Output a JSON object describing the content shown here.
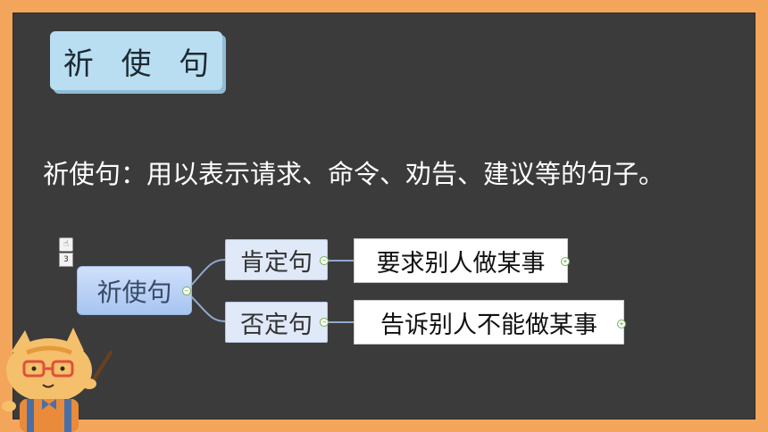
{
  "slide": {
    "title": "祈 使 句",
    "definition": "祈使句：用以表示请求、命令、劝告、建议等的句子。"
  },
  "mindmap": {
    "root": "祈使句",
    "marker_number": "3",
    "marker_icon": "thumb-icon",
    "branches": [
      {
        "label": "肯定句",
        "leaf": "要求别人做某事"
      },
      {
        "label": "否定句",
        "leaf": "告诉别人不能做某事"
      }
    ]
  },
  "colors": {
    "frame": "#f3a55c",
    "board": "#3b3b3b",
    "title_box": "#b9def2",
    "root_node": "#a7c4f1",
    "branch_node": "#dfe9f8",
    "connector": "#8fa8cf"
  }
}
